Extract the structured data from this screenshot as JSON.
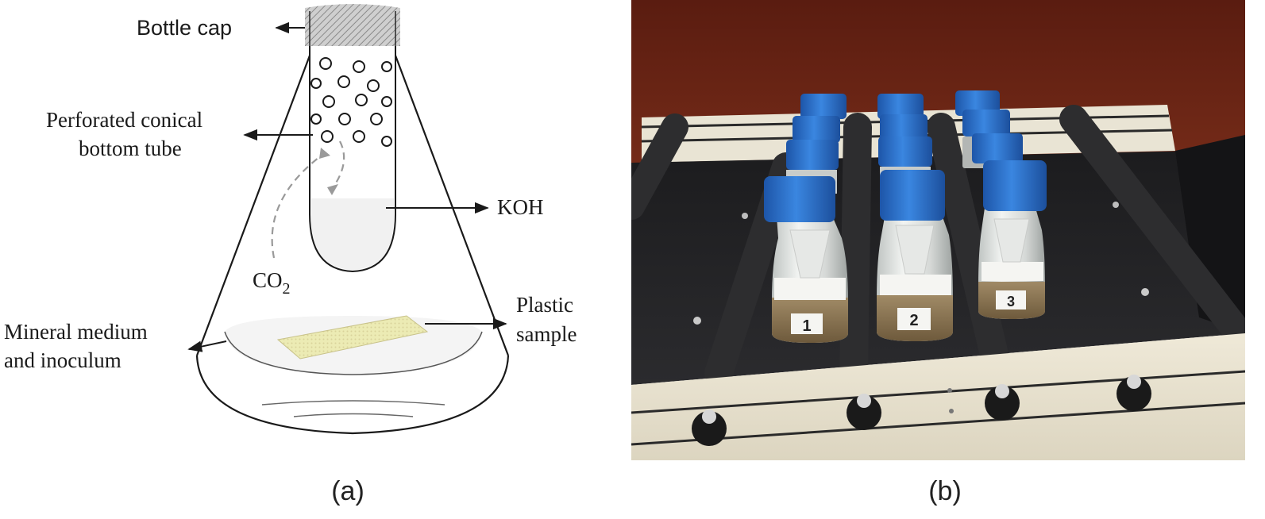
{
  "panel_a": {
    "letter": "(a)",
    "labels": {
      "bottle_cap": "Bottle cap",
      "tube_line1": "Perforated conical",
      "tube_line2": "bottom tube",
      "koh": "KOH",
      "co2_main": "CO",
      "co2_sub": "2",
      "plastic_line1": "Plastic",
      "plastic_line2": "sample",
      "medium_line1": "Mineral medium",
      "medium_line2": "and inoculum"
    }
  },
  "panel_b": {
    "letter": "(b)",
    "bottle_numbers": [
      "1",
      "2",
      "3"
    ],
    "colors": {
      "cap_blue": "#2f74d0",
      "wall": "#6a2416",
      "shaker_body": "#e8e2d0",
      "foam_roller": "#2a2a2a",
      "liquid": "#8c7656"
    }
  }
}
